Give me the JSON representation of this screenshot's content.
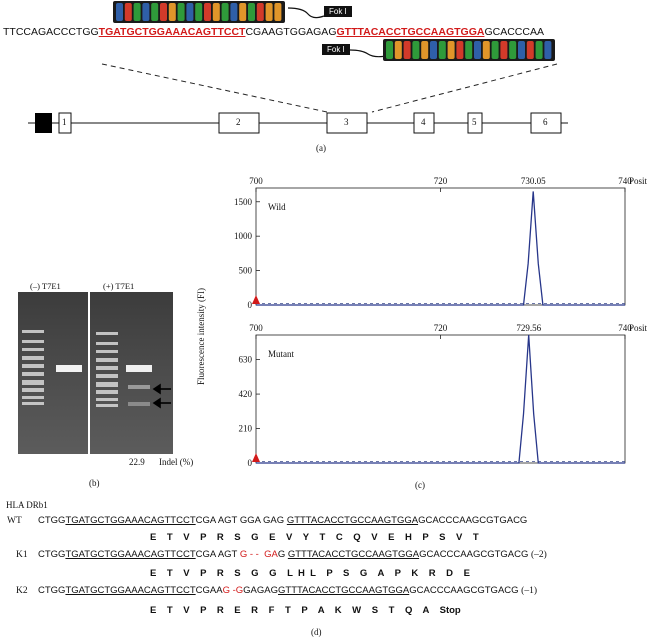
{
  "panel_a": {
    "sequence_left": "TTCCAGACCCTGG",
    "sequence_site1": "TGATGCTGGAAACAGTTCCT",
    "sequence_mid": "CGAAGTGGAGAG",
    "sequence_site2": "GTTTACACCTGCCAAGTGGA",
    "sequence_right": "GCACCCAA",
    "fok1_label_top": "Fok I",
    "fok1_label_bottom": "Fok I",
    "exons": [
      "1",
      "2",
      "3",
      "4",
      "5",
      "6"
    ],
    "caption": "(a)"
  },
  "panel_b": {
    "lane_label_left": "(–) T7E1",
    "lane_label_right": "(+) T7E1",
    "indel_value": "22.9",
    "indel_label": "Indel (%)",
    "caption": "(b)"
  },
  "panel_c": {
    "ylabel": "Fluorescence intensity (FI)",
    "xlabel": "Position (bp)",
    "caption": "(c)",
    "top_peak_label": "730.05",
    "bottom_peak_label": "729.56",
    "top_legend": "Wild",
    "bottom_legend": "Mutant"
  },
  "chart_data": [
    {
      "type": "line",
      "title": "",
      "legend": "Wild",
      "xlabel": "Position (bp)",
      "ylabel": "Fluorescence intensity (FI)",
      "xlim": [
        700,
        740
      ],
      "ylim": [
        0,
        1700
      ],
      "xticks": [
        700,
        720,
        740
      ],
      "yticks": [
        0,
        500,
        1000,
        1500
      ],
      "peak_label": "730.05",
      "series": [
        {
          "x": [
            700,
            729.0,
            729.5,
            730.05,
            730.6,
            731.1,
            740
          ],
          "values": [
            0,
            0,
            600,
            1650,
            600,
            0,
            0
          ]
        }
      ]
    },
    {
      "type": "line",
      "title": "",
      "legend": "Mutant",
      "xlabel": "Position (bp)",
      "ylabel": "Fluorescence intensity (FI)",
      "xlim": [
        700,
        740
      ],
      "ylim": [
        0,
        780
      ],
      "xticks": [
        700,
        720,
        740
      ],
      "yticks": [
        0,
        210,
        420,
        630
      ],
      "peak_label": "729.56",
      "series": [
        {
          "x": [
            700,
            728.5,
            729.0,
            729.56,
            730.1,
            730.6,
            740
          ],
          "values": [
            0,
            0,
            300,
            780,
            300,
            0,
            0
          ]
        }
      ]
    }
  ],
  "panel_d": {
    "gene_label": "HLA DRb1",
    "caption": "(d)",
    "wt_label": "WT",
    "wt_seq_a": "CTGG",
    "wt_seq_b": "TGATGCTGGAAACAGTTCCT",
    "wt_seq_c": "CGA AGT GGA GAG ",
    "wt_seq_d": "GTTTACACCTGCCAAGTGGA",
    "wt_seq_e": "GCACCCAAGCGTGACG",
    "wt_aa": "E    T    V    P    R    S    G    E    V    Y    T    C    Q    V    E    H    P    S    V    T",
    "k1_label": "K1",
    "k1_seq_a": "CTGG",
    "k1_seq_b": "TGATGCTGGAAACAGTTCCT",
    "k1_seq_c": "CGA AGT ",
    "k1_seq_red": "G - -  GA",
    "k1_seq_d": "G ",
    "k1_seq_e": "GTTTACACCTGCCAAGTGGA",
    "k1_seq_f": "GCACCCAAGCGTGACG",
    "k1_shift": "(–2)",
    "k1_aa": "E    T    V    P    R    S    G    G    L  H  L    P    S    G    A    P    K    R    D    E",
    "k2_label": "K2",
    "k2_seq_a": "CTGG",
    "k2_seq_b": "TGATGCTGGAAACAGTTCCT",
    "k2_seq_c": "CGAA",
    "k2_seq_red": "G -G",
    "k2_seq_d": "GAGAG",
    "k2_seq_e": "GTTTACACCTGCCAAGTGGA",
    "k2_seq_f": "GCACCCAAGCGTGACG",
    "k2_shift": "(–1)",
    "k2_aa": "E    T    V    P    R    E    R    F    T    P    A    K    W    S    T    Q    A    Stop"
  }
}
